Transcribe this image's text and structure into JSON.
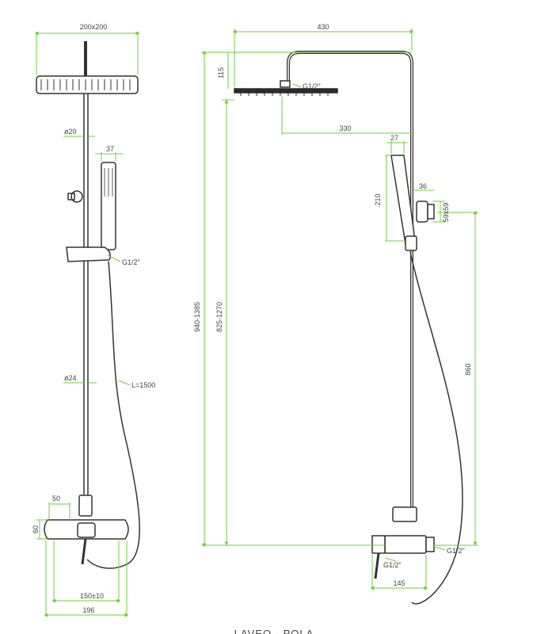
{
  "colors": {
    "dimension": "#6fcf3a",
    "outline": "#333333",
    "fill_dark": "#2b2b2b",
    "text": "#444444"
  },
  "front_view": {
    "head_size": "200x200",
    "pipe_top_diameter": "ø20",
    "hand_shower_width": "37",
    "bracket_thread": "G1/2\"",
    "pipe_bottom_diameter": "ø24",
    "hose_length": "L=1500",
    "mixer_offset": "50",
    "mixer_height": "60",
    "mixer_spacing": "150±10",
    "mixer_width": "196"
  },
  "side_view": {
    "arm_reach": "430",
    "head_height": "115",
    "head_thread": "G1/2\"",
    "head_offset": "330",
    "hand_shower_depth": "27",
    "hand_shower_length": "210",
    "bracket_depth": "36",
    "bracket_size": "59x59",
    "total_height": "940-1385",
    "rail_height": "825-1270",
    "mixer_to_bracket": "860",
    "outlet_thread_right": "G1/2\"",
    "outlet_thread_left": "G1/2\"",
    "mixer_depth": "145"
  },
  "footer": {
    "model": "LAVEO - POLA"
  }
}
